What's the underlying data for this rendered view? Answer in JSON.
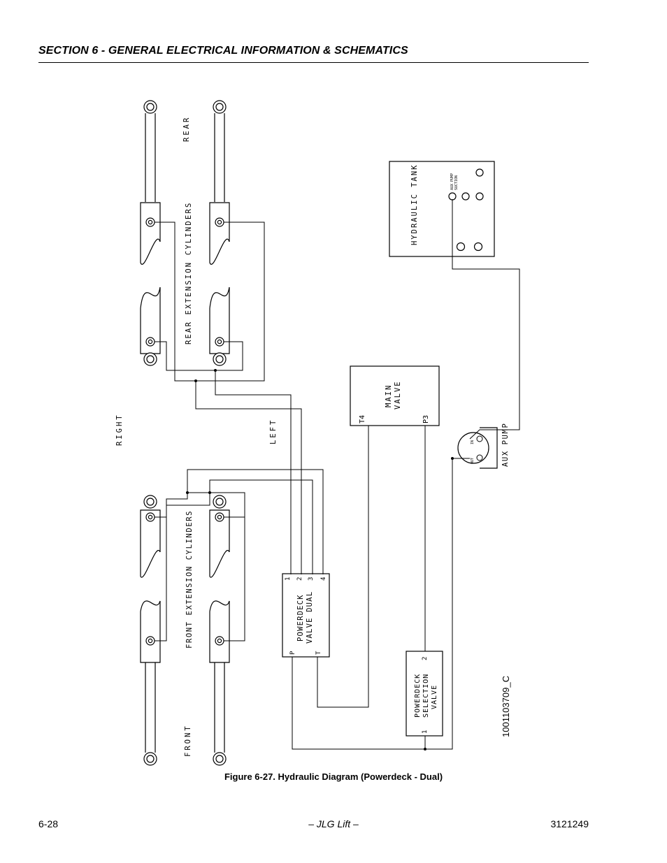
{
  "header": {
    "section_title": "SECTION 6 - GENERAL ELECTRICAL INFORMATION & SCHEMATICS"
  },
  "diagram": {
    "labels": {
      "rear": "REAR",
      "rear_cylinders": "REAR EXTENSION CYLINDERS",
      "right": "RIGHT",
      "left": "LEFT",
      "front_cylinders": "FRONT EXTENSION CYLINDERS",
      "front": "FRONT",
      "aux_pump": "AUX PUMP",
      "pump_in": "IN",
      "pump_out": "OUT",
      "drawing_number": "1001103709_C"
    },
    "hydraulic_tank": {
      "title": "HYDRAULIC TANK",
      "port_label_1": "AUX PUMP",
      "port_label_2": "SUCTION"
    },
    "main_valve": {
      "title_line1": "MAIN",
      "title_line2": "VALVE",
      "port_t": "T4",
      "port_p": "P3"
    },
    "powerdeck_dual": {
      "title_line1": "POWERDECK",
      "title_line2": "VALVE DUAL",
      "port_1": "1",
      "port_2": "2",
      "port_3": "3",
      "port_4": "4",
      "port_p": "P",
      "port_t": "T"
    },
    "selection_valve": {
      "title_line1": "POWERDECK",
      "title_line2": "SELECTION",
      "title_line3": "VALVE",
      "port_1": "1",
      "port_2": "2"
    }
  },
  "caption": "Figure 6-27.  Hydraulic Diagram (Powerdeck - Dual)",
  "footer": {
    "page": "6-28",
    "center": "– JLG Lift –",
    "doc_number": "3121249"
  }
}
